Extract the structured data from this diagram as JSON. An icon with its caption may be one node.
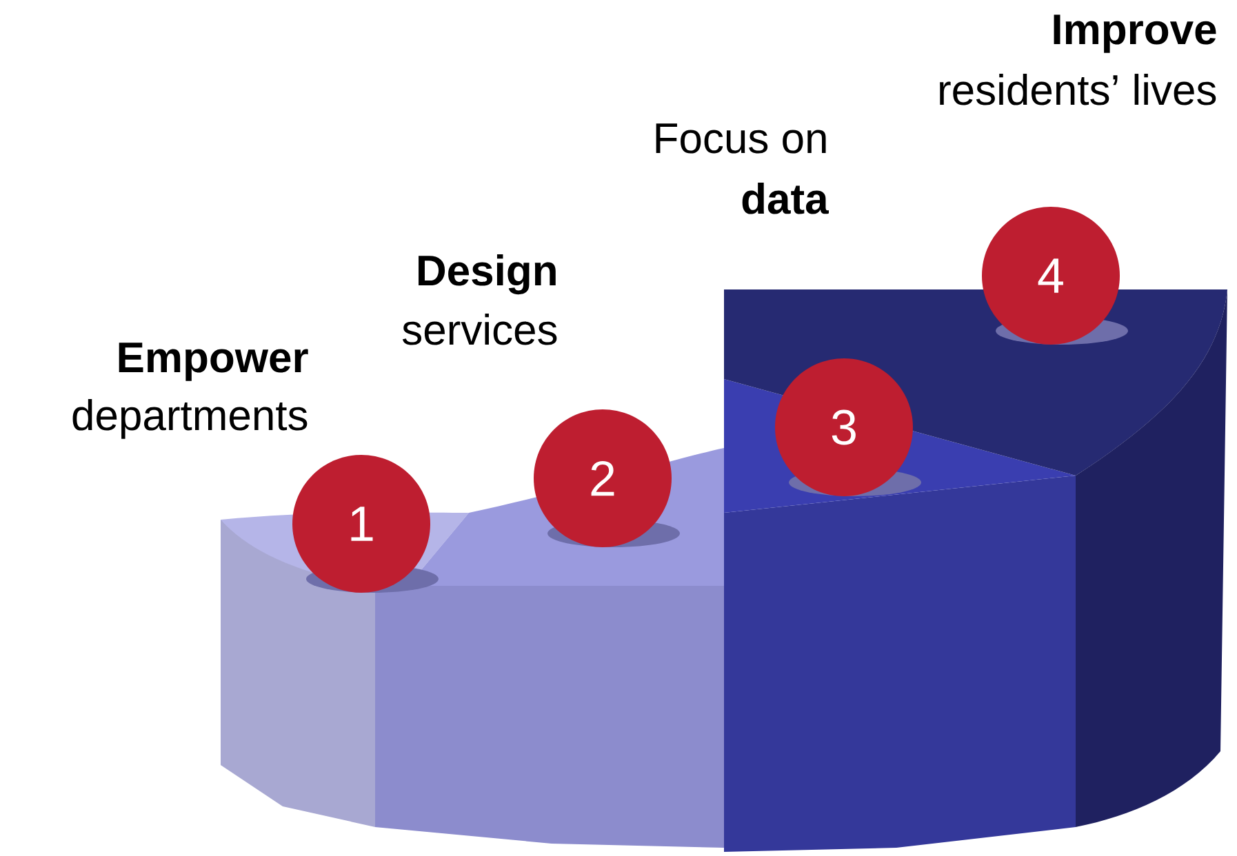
{
  "diagram": {
    "nodes": [
      {
        "text": [
          "1"
        ],
        "beside": [
          "Empower",
          "departments"
        ]
      },
      {
        "text": [
          "2"
        ],
        "beside": [
          "Design",
          "services"
        ]
      },
      {
        "text": [
          "3"
        ],
        "beside": [
          "Focus on",
          "data"
        ]
      },
      {
        "text": [
          "4"
        ],
        "beside": [
          "Improve",
          "residents’ lives"
        ]
      }
    ]
  }
}
